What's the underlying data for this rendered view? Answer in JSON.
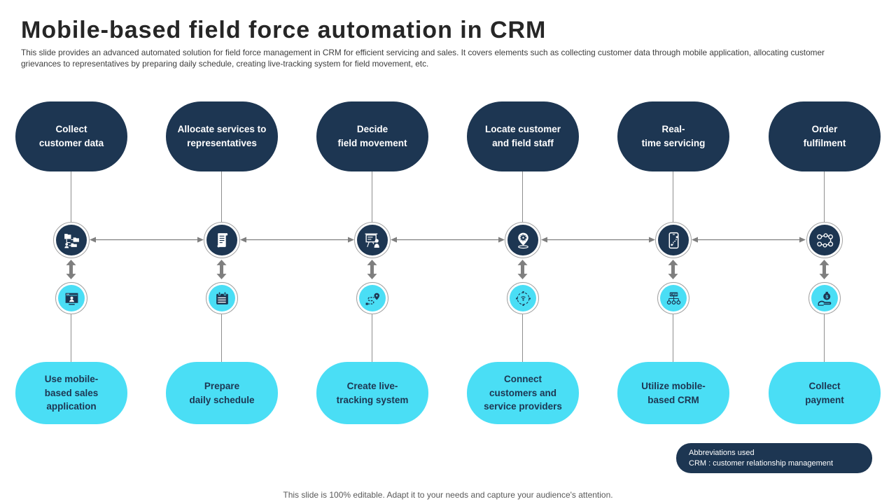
{
  "slide": {
    "title": "Mobile-based field force automation in CRM",
    "subtitle": "This slide provides an advanced automated solution for field force management in CRM for efficient servicing and sales. It covers elements such as  collecting customer data through mobile application, allocating customer grievances to representatives by preparing daily schedule, creating live-tracking system for field movement, etc.",
    "footer": "This slide is 100% editable. Adapt it to your needs and capture your audience's attention."
  },
  "colors": {
    "navy": "#1D3652",
    "cyan": "#4ADEF5",
    "connector": "#7F7F7F"
  },
  "abbreviations": {
    "heading": "Abbreviations used",
    "entry": "CRM : customer relationship management"
  },
  "columns": [
    {
      "top_label": "Collect\ncustomer data",
      "top_icon": "folder-share-icon",
      "bottom_icon": "browser-id-card-icon",
      "bottom_label": "Use mobile-\nbased sales\napplication"
    },
    {
      "top_label": "Allocate services to\nrepresentatives",
      "top_icon": "scroll-list-icon",
      "bottom_icon": "calendar-icon",
      "bottom_label": "Prepare\ndaily schedule"
    },
    {
      "top_label": "Decide\nfield movement",
      "top_icon": "presentation-person-icon",
      "bottom_icon": "route-pin-icon",
      "bottom_label": "Create live-\ntracking system"
    },
    {
      "top_label": "Locate customer\nand field staff",
      "top_icon": "location-pin-gear-icon",
      "bottom_icon": "network-hub-icon",
      "bottom_label": "Connect\ncustomers and\nservice providers"
    },
    {
      "top_label": "Real-\ntime servicing",
      "top_icon": "phone-route-icon",
      "bottom_icon": "crm-tree-icon",
      "bottom_label": "Utilize mobile-\nbased CRM"
    },
    {
      "top_label": "Order\nfulfilment",
      "top_icon": "process-chain-icon",
      "bottom_icon": "money-hand-icon",
      "bottom_label": "Collect\npayment"
    }
  ]
}
